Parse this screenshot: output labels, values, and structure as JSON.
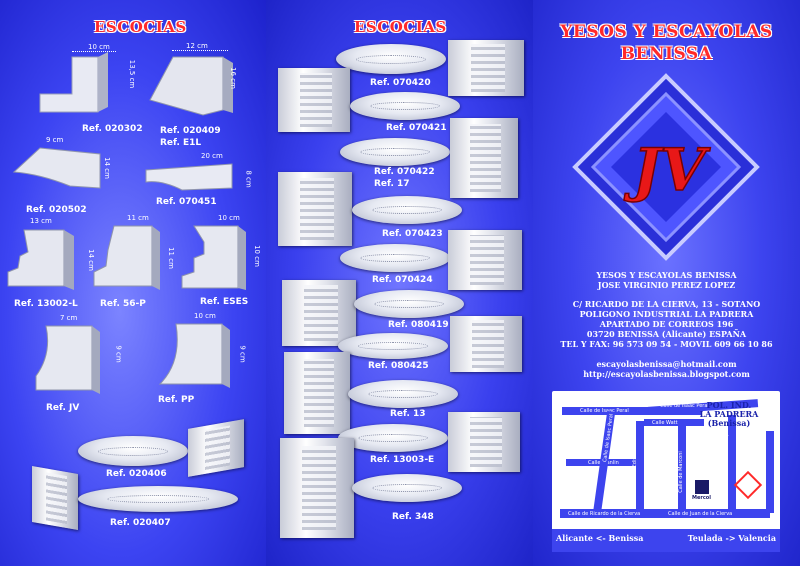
{
  "panel1": {
    "title": "ESCOCIAS",
    "items": [
      {
        "ref": "Ref. 020302",
        "w": "10 cm",
        "h": "13,5 cm"
      },
      {
        "ref": "Ref. 020409",
        "ref2": "Ref. E1L",
        "w": "12 cm",
        "h": "16 cm"
      },
      {
        "ref": "Ref. 020502",
        "w": "9 cm",
        "h": "14 cm"
      },
      {
        "ref": "Ref. 070451",
        "w": "20 cm",
        "h": "8 cm"
      },
      {
        "ref": "Ref. 13002-L",
        "w": "13 cm",
        "h": "14 cm"
      },
      {
        "ref": "Ref. 56-P",
        "w": "11 cm",
        "h": "11 cm"
      },
      {
        "ref": "Ref. ESES",
        "w": "10 cm",
        "h": "10 cm"
      },
      {
        "ref": "Ref. JV",
        "w": "7 cm",
        "h": "9 cm"
      },
      {
        "ref": "Ref. PP",
        "w": "10 cm",
        "h": "9 cm"
      },
      {
        "ref": "Ref. 020406"
      },
      {
        "ref": "Ref. 020407"
      }
    ]
  },
  "panel2": {
    "title": "ESCOCIAS",
    "refs": [
      "Ref. 070420",
      "Ref. 070421",
      "Ref. 070422",
      "Ref. 17",
      "Ref. 070423",
      "Ref. 070424",
      "Ref. 080419",
      "Ref. 080425",
      "Ref. 13",
      "Ref. 13003-E",
      "Ref. 348"
    ]
  },
  "panel3": {
    "title_line1": "YESOS Y ESCAYOLAS",
    "title_line2": "BENISSA",
    "logo_letters": "JV",
    "company": "YESOS Y ESCAYOLAS BENISSA",
    "owner": "JOSE VIRGINIO PEREZ LOPEZ",
    "address1": "C/ RICARDO DE LA CIERVA, 13 - SOTANO",
    "address2": "POLIGONO INDUSTRIAL LA PADRERA",
    "address3": "APARTADO DE CORREOS 196",
    "address4": "03720 BENISSA (Alicante) ESPAÑA",
    "phone": "TEL Y FAX: 96 573 09 54 - MOVIL 609 66 10 86",
    "email": "escayolasbenissa@hotmail.com",
    "web": "http://escayolasbenissa.blogspot.com",
    "map": {
      "label1": "POL. IND.",
      "label2": "LA PADRERA",
      "label3": "(Benissa)",
      "streets": [
        "Calle de Isaac Peral",
        "Calle de Isaac Peral",
        "Calle Watt",
        "Calle Franlin",
        "Calle de Lassepi",
        "Calle de Isaac Peral",
        "Calle de Edison",
        "Calle de Marconi",
        "Calle de Ricardo de la Cierva",
        "Calle de Juan de la Cierva"
      ],
      "store": "Mercol",
      "left_dir": "Alicante <- Benissa",
      "right_dir": "Teulada -> Valencia"
    }
  }
}
